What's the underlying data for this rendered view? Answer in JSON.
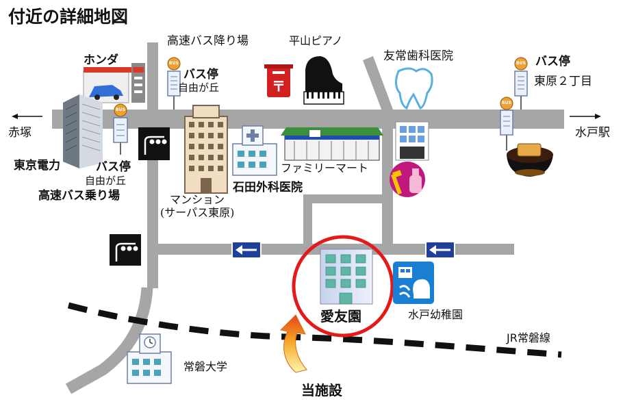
{
  "title": "付近の詳細地図",
  "labels": {
    "highway_drop": "高速バス降り場",
    "hirayama_piano": "平山ピアノ",
    "tomotsune_dental": "友常歯科医院",
    "honda": "ホンダ",
    "bus_stop_nw": "バス停",
    "jiyugaoka_n": "自由が丘",
    "bus_stop_ne": "バス停",
    "higashihara": "東原２丁目",
    "akatsuka": "赤塚",
    "mito_station": "水戸駅",
    "tokyo_denryoku": "東京電力",
    "bus_stop_w": "バス停",
    "jiyugaoka_w": "自由が丘",
    "highway_board": "高速バス乗り場",
    "family_mart": "ファミリーマート",
    "ishida_clinic": "石田外科医院",
    "mansion": "マンション",
    "mansion_sub": "(サーパス東原)",
    "aiyuen": "愛友園",
    "mito_kindergarten": "水戸幼稚園",
    "jr_line": "JR常磐線",
    "tokiwa_univ": "常磐大学",
    "this_facility": "当施設",
    "bus_sign": "BUS"
  },
  "icons": [
    "arrow-left-icon",
    "arrow-right-icon",
    "traffic-light-icon",
    "one-way-left-icon",
    "bus-stop-icon",
    "post-box-icon",
    "piano-icon",
    "tooth-icon",
    "noodle-bowl-icon",
    "office-building-icon",
    "hospital-icon",
    "convenience-store-icon",
    "cosmetics-icon",
    "kindergarten-icon",
    "university-icon",
    "car-dealer-icon",
    "curved-arrow-icon"
  ],
  "colors": {
    "road": "#a6a6a6",
    "railway": "#111111",
    "highlight_circle": "#e41a1a",
    "one_way_sign": "#1f3f99",
    "bus_sign": "#f0a030",
    "post_box": "#d21f1f",
    "building": "#7a6450",
    "kindergarten": "#1a7fd2",
    "cosmetics": "#c0187c"
  }
}
